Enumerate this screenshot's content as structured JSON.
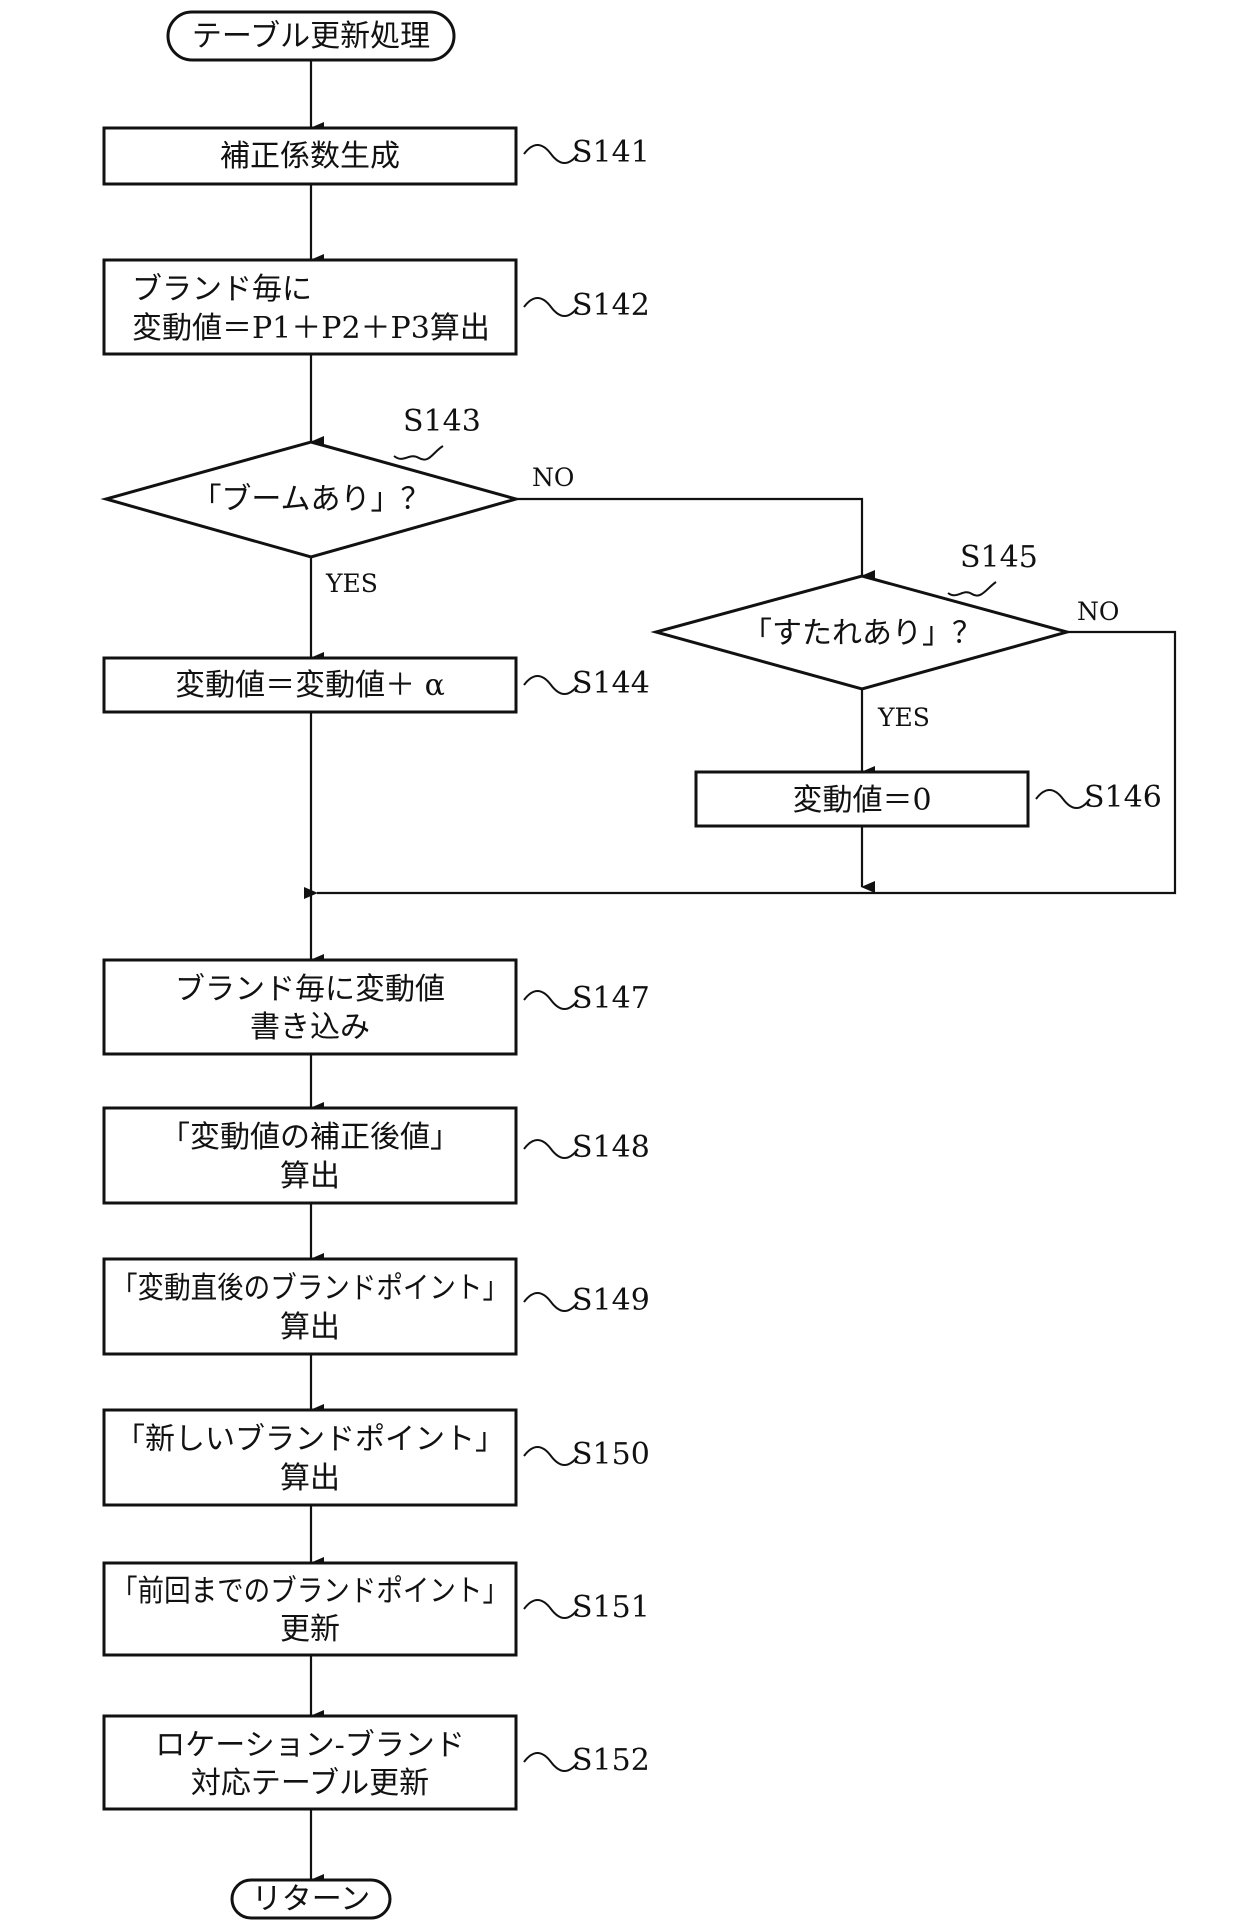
{
  "start": "テーブル更新処理",
  "end": "リターン",
  "steps": {
    "s141": {
      "id": "S141",
      "line1": "補正係数生成"
    },
    "s142": {
      "id": "S142",
      "line1": "ブランド毎に",
      "line2": "変動値＝P1＋P2＋P3算出"
    },
    "s143": {
      "id": "S143",
      "line1": "「ブームあり」？"
    },
    "s144": {
      "id": "S144",
      "line1": "変動値＝変動値＋ α"
    },
    "s145": {
      "id": "S145",
      "line1": "「すたれあり」？"
    },
    "s146": {
      "id": "S146",
      "line1": "変動値＝0"
    },
    "s147": {
      "id": "S147",
      "line1": "ブランド毎に変動値",
      "line2": "書き込み"
    },
    "s148": {
      "id": "S148",
      "line1": "「変動値の補正後値」",
      "line2": "算出"
    },
    "s149": {
      "id": "S149",
      "line1": "「変動直後のブランドポイント」",
      "line2": "算出"
    },
    "s150": {
      "id": "S150",
      "line1": "「新しいブランドポイント」",
      "line2": "算出"
    },
    "s151": {
      "id": "S151",
      "line1": "「前回までのブランドポイント」",
      "line2": "更新"
    },
    "s152": {
      "id": "S152",
      "line1": "ロケーション-ブランド",
      "line2": "対応テーブル更新"
    }
  },
  "branches": {
    "yes": "YES",
    "no": "NO"
  }
}
